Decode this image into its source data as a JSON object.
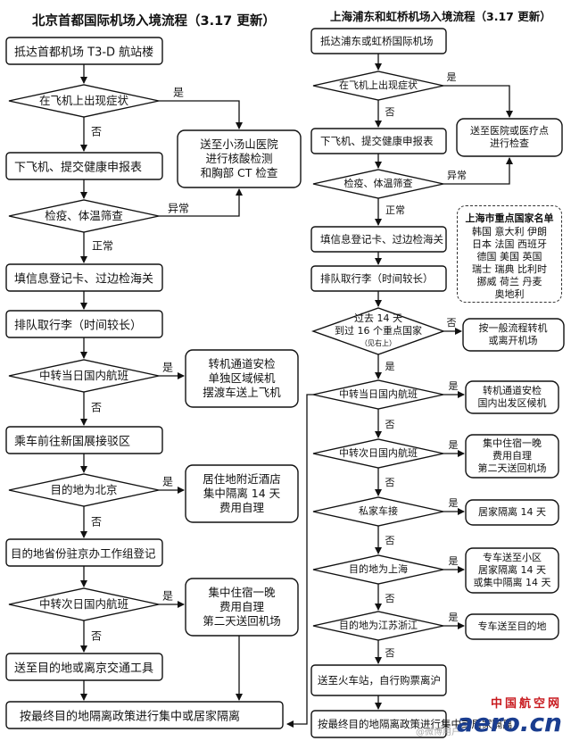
{
  "left": {
    "title": "北京首都国际机场入境流程（3.17 更新）",
    "arrive": "抵达首都机场 T3-D 航站楼",
    "q_symptom": "在飞机上出现症状",
    "yes": "是",
    "no": "否",
    "hospital": [
      "送至小汤山医院",
      "进行核酸检测",
      "和胸部 CT 检查"
    ],
    "deplane": "下飞机、提交健康申报表",
    "q_quarantine": "检疫、体温筛查",
    "abnormal": "异常",
    "normal": "正常",
    "border": "填信息登记卡、过边检海关",
    "baggage": "排队取行李（时间较长）",
    "q_same_day": "中转当日国内航班",
    "transfer": [
      "转机通道安检",
      "单独区域候机",
      "摆渡车送上飞机"
    ],
    "bus": "乘车前往新国展接驳区",
    "q_beijing": "目的地为北京",
    "hotel": [
      "居住地附近酒店",
      "集中隔离 14 天",
      "费用自理"
    ],
    "register": "目的地省份驻京办工作组登记",
    "q_next_day": "中转次日国内航班",
    "overnight": [
      "集中住宿一晚",
      "费用自理",
      "第二天送回机场"
    ],
    "send_dest": "送至目的地或离京交通工具",
    "final": "按最终目的地隔离政策进行集中或居家隔离"
  },
  "right": {
    "title": "上海浦东和虹桥机场入境流程（3.17 更新）",
    "arrive": "抵达浦东或虹桥国际机场",
    "q_symptom": "在飞机上出现症状",
    "yes": "是",
    "no": "否",
    "hospital": [
      "送至医院或医疗点",
      "进行检查"
    ],
    "deplane": "下飞机、提交健康申报表",
    "q_quarantine": "检疫、体温筛查",
    "abnormal": "异常",
    "normal": "正常",
    "border": "填信息登记卡、过边检海关",
    "baggage": "排队取行李（时间较长）",
    "q_14days": [
      "过去 14 天",
      "到过 16 个重点国家"
    ],
    "q_14days_note": "（见右上）",
    "general": [
      "按一般流程转机",
      "或离开机场"
    ],
    "q_same_day": "中转当日国内航班",
    "transfer": [
      "转机通道安检",
      "国内出发区候机"
    ],
    "q_next_day": "中转次日国内航班",
    "overnight": [
      "集中住宿一晚",
      "费用自理",
      "第二天送回机场"
    ],
    "q_private_car": "私家车接",
    "home": "居家隔离 14 天",
    "q_shanghai": "目的地为上海",
    "community": [
      "专车送至小区",
      "居家隔离 14 天",
      "或集中隔离 14 天"
    ],
    "q_jzz": "目的地为江苏浙江",
    "bus_dest": "专车送至目的地",
    "train": "送至火车站，自行购票离沪",
    "final": "按最终目的地隔离政策进行集中或居家隔离"
  },
  "legend": {
    "title": "上海市重点国家名单",
    "rows": [
      "韩国  意大利  伊朗",
      "日本  法国  西班牙",
      "德国  美国  英国",
      "瑞士  瑞典  比利时",
      "挪威  荷兰  丹麦",
      "奥地利"
    ]
  },
  "logo": {
    "cn": "中国航空网",
    "en": "aero.cn"
  },
  "watermark": "@微博用户"
}
